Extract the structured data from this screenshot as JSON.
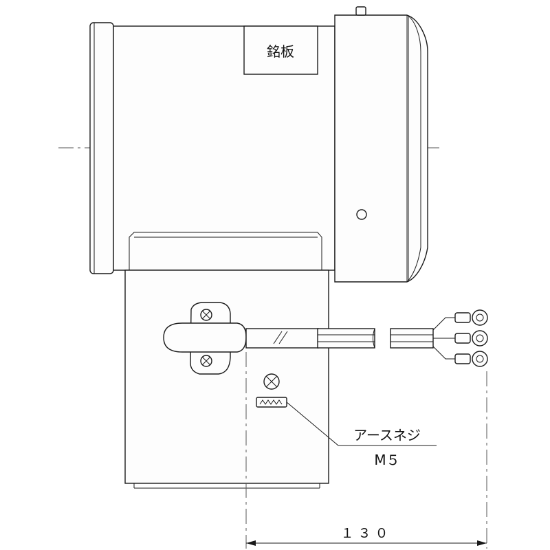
{
  "diagram": {
    "nameplate_label": "銘板",
    "earth_screw_label": "アースネジ",
    "earth_screw_size": "M５",
    "dimension_label": "１３０"
  }
}
